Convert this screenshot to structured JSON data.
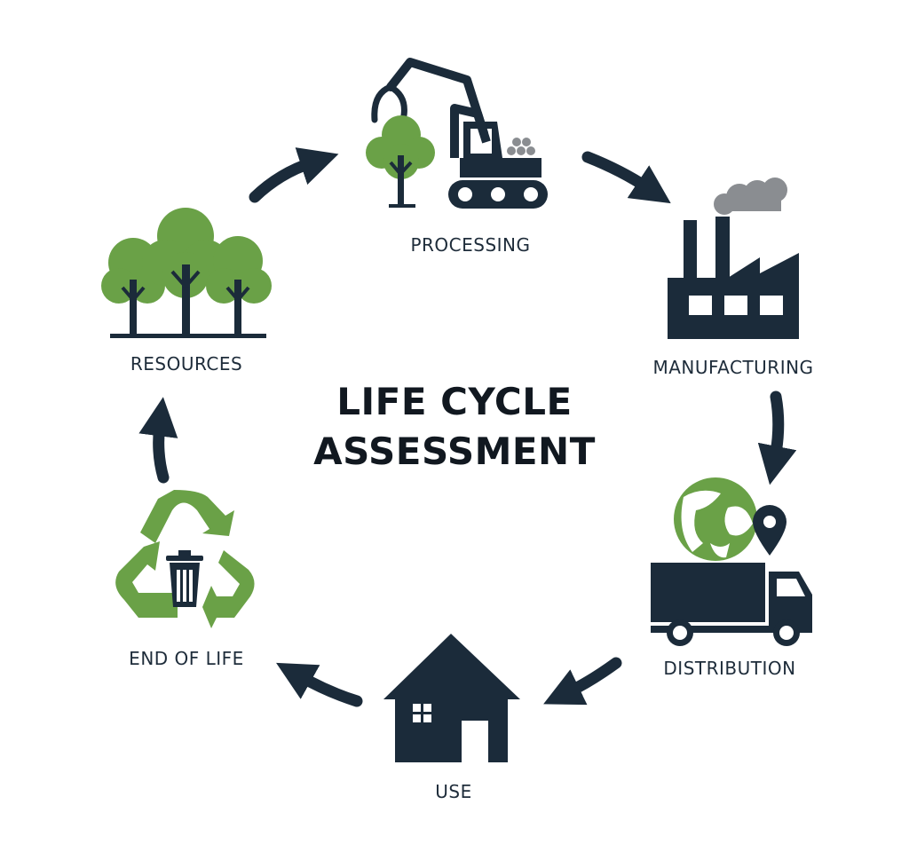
{
  "title": {
    "line1": "LIFE CYCLE",
    "line2": "ASSESSMENT"
  },
  "stages": {
    "processing": "PROCESSING",
    "manufacturing": "MANUFACTURING",
    "distribution": "DISTRIBUTION",
    "use": "USE",
    "end_of_life": "END OF LIFE",
    "resources": "RESOURCES"
  },
  "colors": {
    "dark": "#1b2b3a",
    "green": "#6aa147",
    "smoke": "#8a8d91",
    "text": "#1e2c3a"
  },
  "icons": {
    "processing": "excavator-grabbing-tree-icon",
    "manufacturing": "factory-icon",
    "distribution": "delivery-truck-with-globe-icon",
    "use": "house-icon",
    "end_of_life": "recycle-bin-icon",
    "resources": "trees-icon"
  }
}
